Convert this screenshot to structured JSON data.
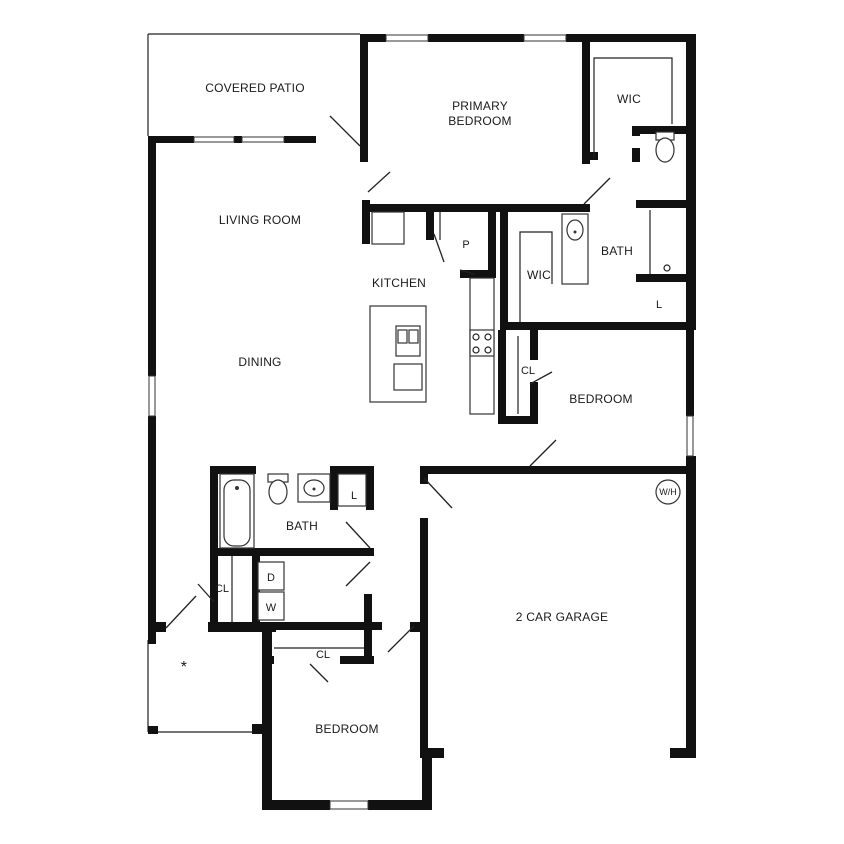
{
  "rooms": {
    "covered_patio": "COVERED PATIO",
    "primary_bedroom_line1": "PRIMARY",
    "primary_bedroom_line2": "BEDROOM",
    "wic_primary": "WIC",
    "living_room": "LIVING ROOM",
    "pantry": "P",
    "kitchen": "KITCHEN",
    "wic_second": "WIC",
    "primary_bath": "BATH",
    "linen_primary": "L",
    "dining": "DINING",
    "closet_bedroom2": "CL",
    "bedroom_2": "BEDROOM",
    "water_heater": "W/H",
    "hall_bath": "BATH",
    "linen_hall": "L",
    "dryer": "D",
    "washer": "W",
    "closet_entry": "CL",
    "garage": "2 CAR GARAGE",
    "closet_bedroom3": "CL",
    "bedroom_3": "BEDROOM",
    "entry_mark": "*"
  },
  "colors": {
    "wall": "#111111",
    "background": "#ffffff",
    "text": "#1a1a1a"
  }
}
